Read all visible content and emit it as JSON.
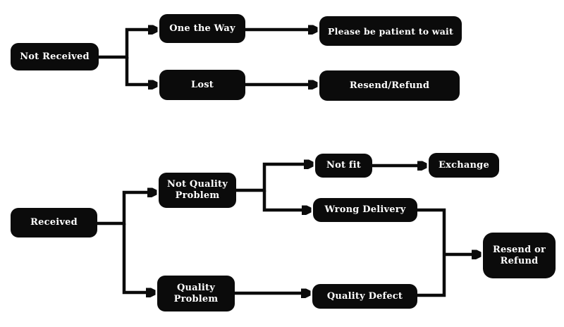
{
  "diagram": {
    "type": "flowchart",
    "background_color": "#ffffff",
    "node_fill_color": "#0b0b0b",
    "node_text_color": "#ffffff",
    "connector_color": "#0b0b0b"
  },
  "nodes": {
    "not_received": {
      "label": "Not Received"
    },
    "one_the_way": {
      "label": "One the Way"
    },
    "please_wait": {
      "label": "Please be patient to wait"
    },
    "lost": {
      "label": "Lost"
    },
    "resend_refund": {
      "label": "Resend/Refund"
    },
    "received": {
      "label": "Received"
    },
    "not_quality_problem": {
      "label": "Not Quality Problem"
    },
    "not_fit": {
      "label": "Not fit"
    },
    "exchange": {
      "label": "Exchange"
    },
    "wrong_delivery": {
      "label": "Wrong Delivery"
    },
    "quality_problem": {
      "label": "Quality Problem"
    },
    "quality_defect": {
      "label": "Quality Defect"
    },
    "resend_or_refund": {
      "label": "Resend or Refund"
    }
  },
  "edges": [
    {
      "from": "Not Received",
      "to": "One the Way"
    },
    {
      "from": "Not Received",
      "to": "Lost"
    },
    {
      "from": "One the Way",
      "to": "Please be patient to wait"
    },
    {
      "from": "Lost",
      "to": "Resend/Refund"
    },
    {
      "from": "Received",
      "to": "Not Quality Problem"
    },
    {
      "from": "Received",
      "to": "Quality Problem"
    },
    {
      "from": "Not Quality Problem",
      "to": "Not fit"
    },
    {
      "from": "Not Quality Problem",
      "to": "Wrong Delivery"
    },
    {
      "from": "Not fit",
      "to": "Exchange"
    },
    {
      "from": "Quality Problem",
      "to": "Quality Defect"
    },
    {
      "from": "Wrong Delivery",
      "to": "Resend or Refund"
    },
    {
      "from": "Quality Defect",
      "to": "Resend or Refund"
    }
  ]
}
